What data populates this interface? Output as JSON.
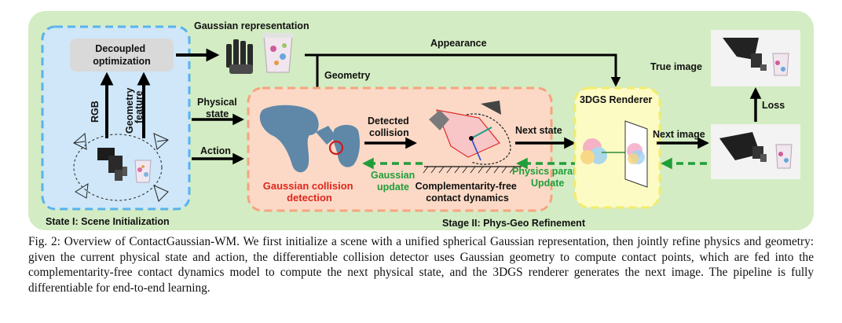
{
  "diagram": {
    "decoupled_optimization": [
      "Decoupled",
      "optimization"
    ],
    "gaussian_representation": "Gaussian representation",
    "appearance": "Appearance",
    "geometry": "Geometry",
    "true_image": "True image",
    "loss": "Loss",
    "rgb": "RGB",
    "geometry_feature": [
      "Geometry",
      "feature"
    ],
    "physical_state": [
      "Physical",
      "state"
    ],
    "action": "Action",
    "detected_collision": [
      "Detected",
      "collision"
    ],
    "next_state": "Next state",
    "renderer": "3DGS Renderer",
    "next_image": "Next image",
    "gaussian_update": [
      "Gaussian",
      "update"
    ],
    "gaussian_collision_detection": [
      "Gaussian collision",
      "detection"
    ],
    "contact_dynamics": [
      "Complementarity-free",
      "contact dynamics"
    ],
    "physics_param_update": [
      "Physics param.",
      "Update"
    ],
    "stage1_label": "State I: Scene Initialization",
    "stage2_label": "Stage II: Phys-Geo Refinement"
  },
  "colors": {
    "outer_panel": "#d3ecc3",
    "stage1_fill": "#cfe7f8",
    "stage1_border": "#58b3ec",
    "stage2_fill": "#fbd9c6",
    "stage2_border": "#f4a57f",
    "renderer_fill": "#fdfbc4",
    "renderer_border": "#f2ec6a",
    "red_text": "#e0261b",
    "green_text": "#1f9e3a"
  },
  "caption": "Fig. 2: Overview of ContactGaussian-WM. We first initialize a scene with a unified spherical Gaussian representation, then jointly refine physics and geometry: given the current physical state and action, the differentiable collision detector uses Gaussian geometry to compute contact points, which are fed into the complementarity-free contact dynamics model to compute the next physical state, and the 3DGS renderer generates the next image. The pipeline is fully differentiable for end-to-end learning."
}
